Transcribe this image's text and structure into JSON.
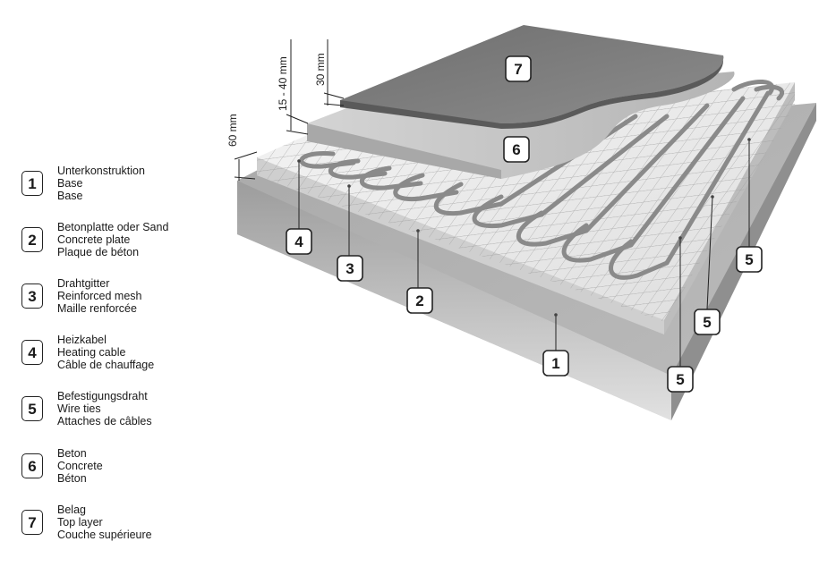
{
  "legend": [
    {
      "num": "1",
      "de": "Unterkonstruktion",
      "en": "Base",
      "fr": "Base"
    },
    {
      "num": "2",
      "de": "Betonplatte oder Sand",
      "en": "Concrete plate",
      "fr": "Plaque de béton"
    },
    {
      "num": "3",
      "de": "Drahtgitter",
      "en": "Reinforced mesh",
      "fr": "Maille renforcée"
    },
    {
      "num": "4",
      "de": "Heizkabel",
      "en": "Heating cable",
      "fr": "Câble de chauffage"
    },
    {
      "num": "5",
      "de": "Befestigungsdraht",
      "en": "Wire ties",
      "fr": "Attaches de câbles"
    },
    {
      "num": "6",
      "de": "Beton",
      "en": "Concrete",
      "fr": "Béton"
    },
    {
      "num": "7",
      "de": "Belag",
      "en": "Top layer",
      "fr": "Couche supérieure"
    }
  ],
  "dimensions": {
    "base": "60 mm",
    "concrete": "15 - 40 mm",
    "top": "30 mm"
  },
  "callouts": {
    "c1": "1",
    "c2": "2",
    "c3": "3",
    "c4": "4",
    "c5a": "5",
    "c5b": "5",
    "c5c": "5",
    "c6": "6",
    "c7": "7"
  },
  "colors": {
    "base": "#b3b3b3",
    "plate": "#e6e6e6",
    "concrete": "#c4c4c4",
    "top": "#7a7a7a"
  }
}
